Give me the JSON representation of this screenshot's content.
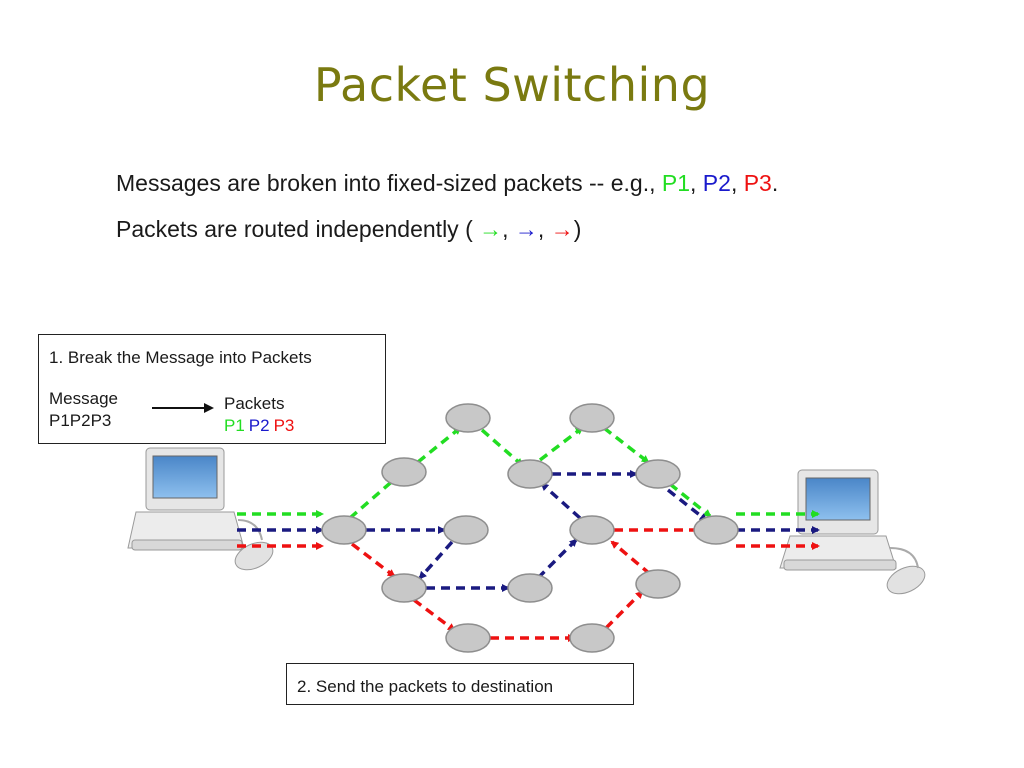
{
  "title": "Packet Switching",
  "bullets": {
    "line1": {
      "text": "Messages are broken into fixed-sized packets -- e.g., ",
      "p1": "P1",
      "p2": "P2",
      "p3": "P3",
      "sep": ", ",
      "end": "."
    },
    "line2": {
      "text": "Packets are routed independently  ( ",
      "arrow": "→",
      "sep": ", ",
      "end": ")"
    }
  },
  "step1": {
    "heading": "1. Break the Message into Packets",
    "message_label": "Message",
    "message_value": "P1P2P3",
    "packets_label": "Packets",
    "p1": "P1",
    "p2": "P2",
    "p3": "P3"
  },
  "step2": {
    "heading": "2. Send the packets to destination"
  },
  "colors": {
    "p1": "#22dd22",
    "p2": "#1a1a80",
    "p3": "#ee1111",
    "node_fill": "#c8c8c8",
    "title": "#7a7a10"
  },
  "icons": [
    "source-computer-icon",
    "destination-computer-icon"
  ]
}
